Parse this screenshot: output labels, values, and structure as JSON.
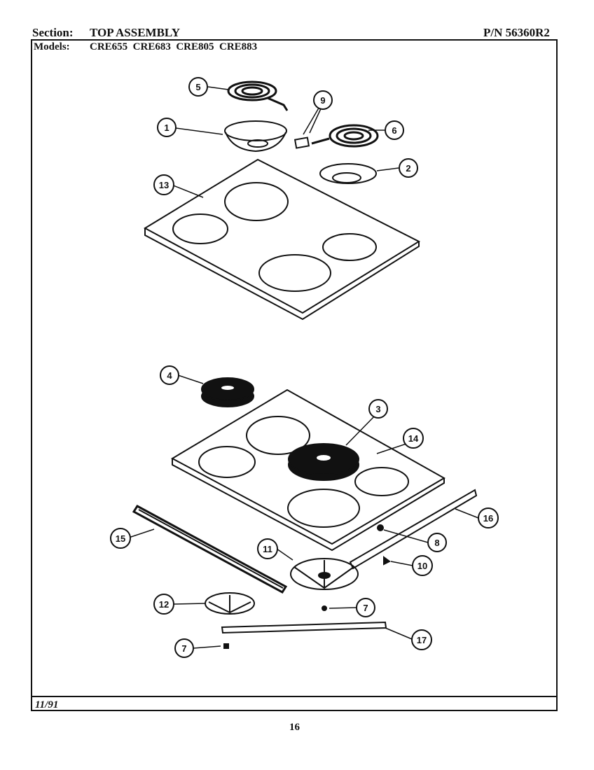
{
  "header": {
    "section_label": "Section:",
    "section_title": "TOP ASSEMBLY",
    "part_number": "P/N 56360R2",
    "models_label": "Models:",
    "models": "CRE655  CRE683  CRE805  CRE883"
  },
  "footer": {
    "date": "11/91",
    "page_number": "16"
  },
  "callouts": [
    "5",
    "9",
    "1",
    "6",
    "2",
    "13",
    "4",
    "3",
    "14",
    "16",
    "15",
    "8",
    "11",
    "10",
    "12",
    "7",
    "17",
    "7"
  ]
}
